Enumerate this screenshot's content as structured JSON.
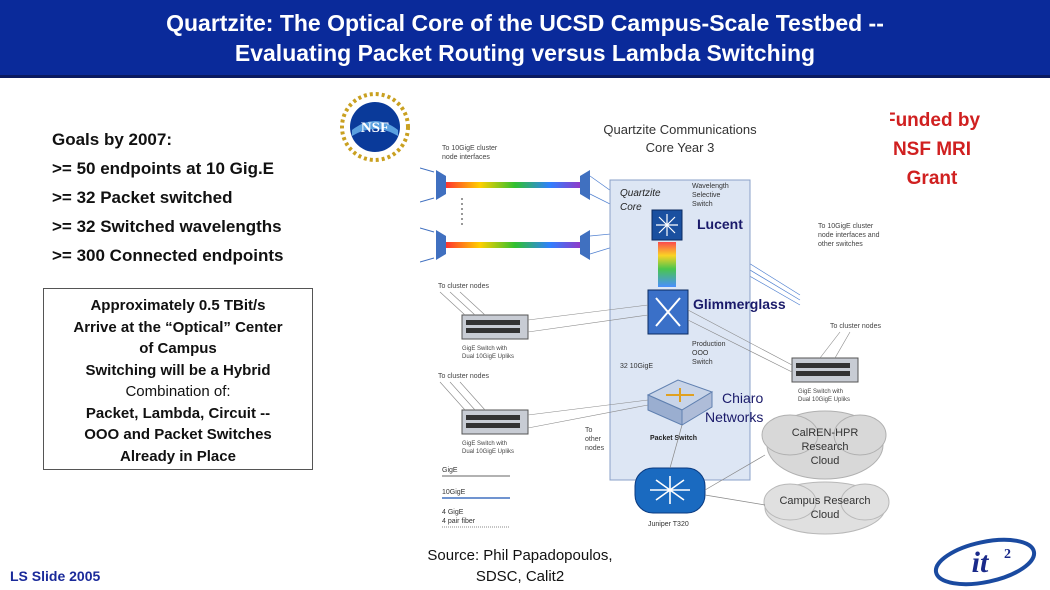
{
  "title": {
    "line1": "Quartzite: The Optical Core of the UCSD Campus-Scale Testbed --",
    "line2": "Evaluating Packet Routing versus Lambda Switching"
  },
  "goals": {
    "heading": "Goals by 2007:",
    "items": [
      ">= 50 endpoints at 10 Gig.E",
      ">= 32 Packet switched",
      ">= 32 Switched wavelengths",
      ">= 300 Connected endpoints"
    ]
  },
  "funded": [
    "Funded by",
    "NSF MRI",
    "Grant"
  ],
  "approx_box": {
    "lines": [
      "Approximately 0.5 TBit/s",
      "Arrive at the “Optical” Center",
      "of Campus",
      "Switching will be a Hybrid",
      "Combination of:",
      "Packet, Lambda, Circuit --",
      "OOO and Packet Switches",
      "Already in Place"
    ]
  },
  "footer": {
    "slide": "LS Slide 2005",
    "source_line1": "Source: Phil Papadopoulos,",
    "source_line2": "SDSC, Calit2"
  },
  "labels": {
    "lucent": "Lucent",
    "glimmerglass": "Glimmerglass",
    "chiaro1": "Chiaro",
    "chiaro2": "Networks"
  },
  "diagram": {
    "heading1": "Quartzite Communications",
    "heading2": "Core Year 3",
    "core1": "Quartzite",
    "core2": "Core",
    "wss": [
      "Wavelength",
      "Selective",
      "Switch"
    ],
    "cluster_top": [
      "To 10GigE cluster",
      "node interfaces"
    ],
    "cluster_right": [
      "To 10GigE cluster",
      "node interfaces and",
      "other switches"
    ],
    "to_cluster_nodes": "To cluster nodes",
    "gige_switch": [
      "GigE Switch with",
      "Dual 10GigE Upliks"
    ],
    "production": [
      "Production",
      "OOO",
      "Switch"
    ],
    "ten_gige": "32 10GigE",
    "packet_switch": "Packet Switch",
    "to_other": [
      "To",
      "other",
      "nodes"
    ],
    "legend": [
      "GigE",
      "10GigE",
      "4 GigE",
      "4 pair fiber"
    ],
    "juniper": "Juniper T320",
    "calren": [
      "CalREN-HPR",
      "Research",
      "Cloud"
    ],
    "campus": [
      "Campus Research",
      "Cloud"
    ],
    "nsf_logo_text": "NSF",
    "it2_logo_text": "it"
  }
}
